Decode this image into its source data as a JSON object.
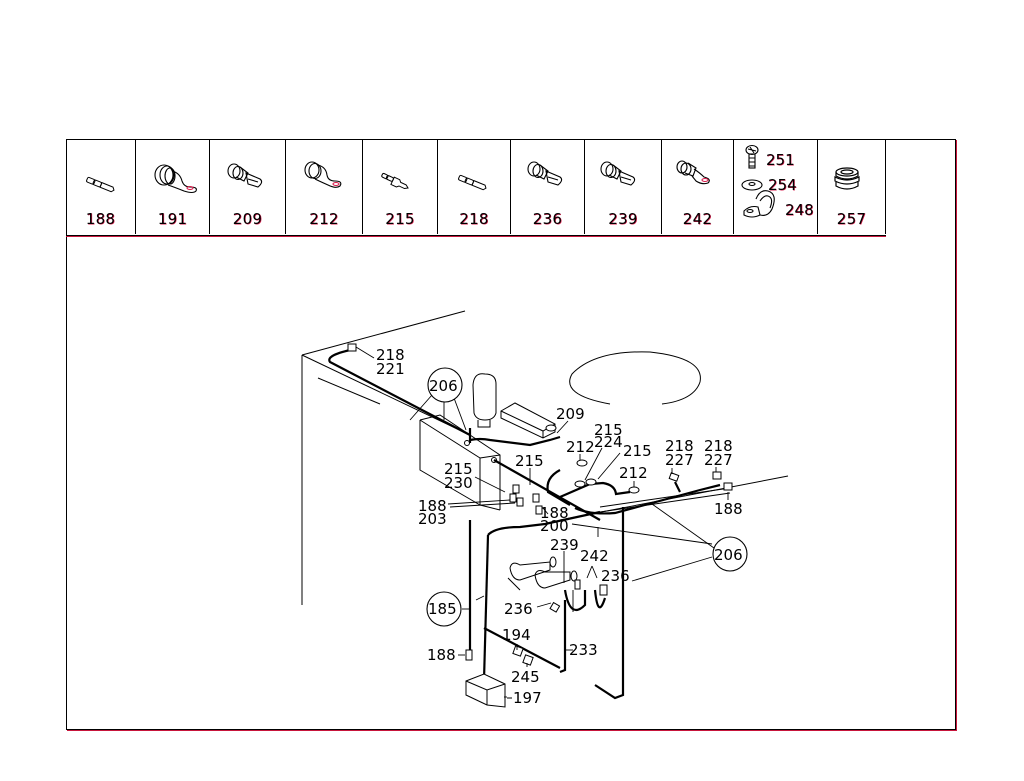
{
  "parts_strip": {
    "cells": [
      {
        "label": "188",
        "icon": "flat-blade-terminal"
      },
      {
        "label": "191",
        "icon": "ring-terminal-insulated-large"
      },
      {
        "label": "209",
        "icon": "insulated-spade-terminal"
      },
      {
        "label": "212",
        "icon": "ring-terminal-insulated"
      },
      {
        "label": "215",
        "icon": "blade-connector"
      },
      {
        "label": "218",
        "icon": "flat-blade-terminal"
      },
      {
        "label": "236",
        "icon": "insulated-spade-terminal"
      },
      {
        "label": "239",
        "icon": "insulated-spade-terminal"
      },
      {
        "label": "242",
        "icon": "ring-terminal-insulated"
      },
      {
        "label_screw": "251",
        "label_washer": "254",
        "label_clamp": "248",
        "icon": "screw-washer-clamp"
      },
      {
        "label": "257",
        "icon": "grommet"
      }
    ]
  },
  "diagram": {
    "callouts": {
      "c218_221_a": "218",
      "c218_221_b": "221",
      "c206_top": "206",
      "c209": "209",
      "c212_a": "212",
      "c215_224_a": "215",
      "c215_224_b": "224",
      "c215_right": "215",
      "c212_b": "212",
      "c218_227_a1": "218",
      "c218_227_a2": "227",
      "c218_227_b1": "218",
      "c218_227_b2": "227",
      "c188_right": "188",
      "c215_230_a": "215",
      "c215_230_b": "230",
      "c215_mid": "215",
      "c188_203_a": "188",
      "c188_203_b": "203",
      "c188_200_a": "188",
      "c188_200_b": "200",
      "c206_right": "206",
      "c239": "239",
      "c242": "242",
      "c236_right": "236",
      "c236_left": "236",
      "c185": "185",
      "c194": "194",
      "c233": "233",
      "c188_bottom": "188",
      "c245": "245",
      "c197": "197"
    },
    "accent_color": "#d81a4a",
    "line_color": "#000000"
  }
}
